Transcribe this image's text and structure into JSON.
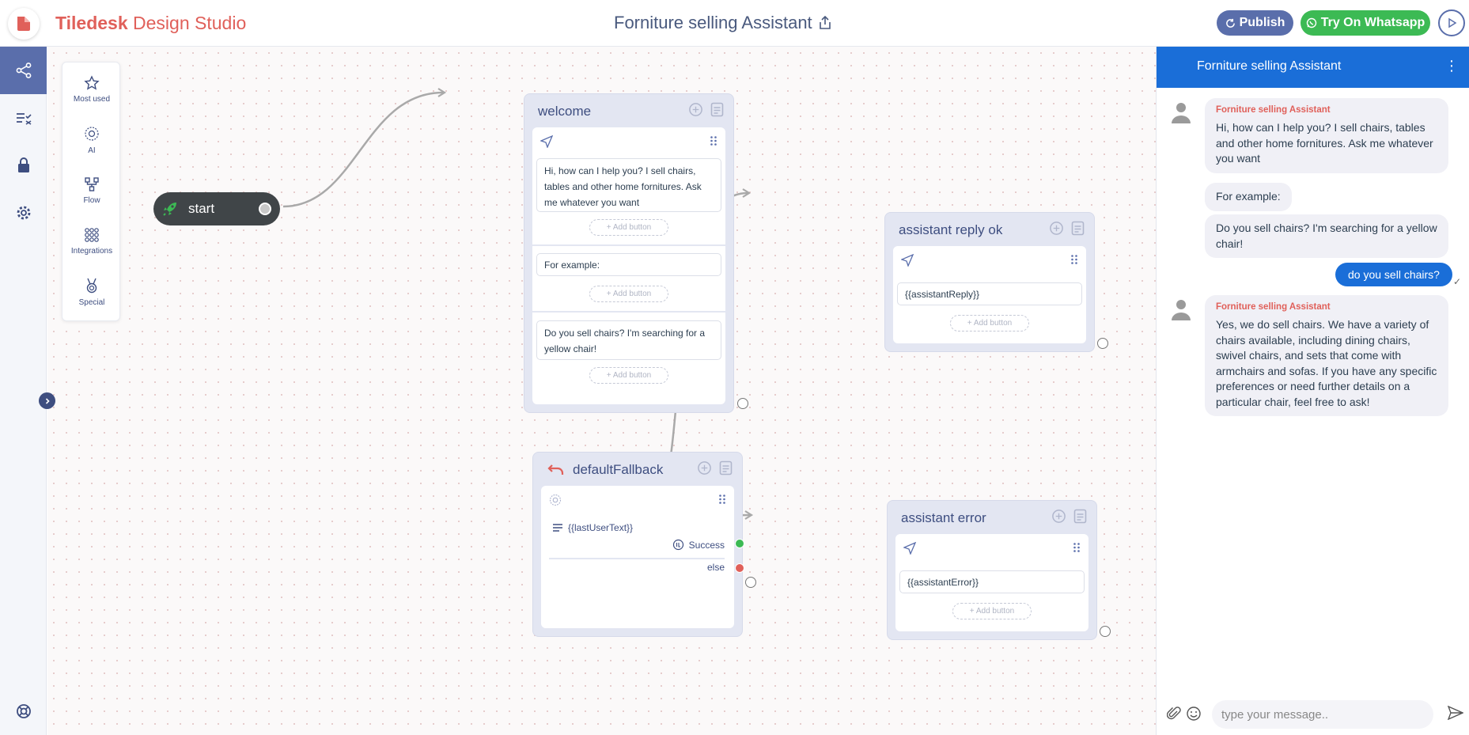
{
  "topbar": {
    "brand_bold": "Tiledesk",
    "brand_rest": " Design Studio",
    "title": "Forniture selling Assistant",
    "publish_label": "Publish",
    "whatsapp_label": "Try On Whatsapp"
  },
  "palette": {
    "items": [
      {
        "label": "Most used",
        "icon": "star-icon"
      },
      {
        "label": "AI",
        "icon": "ai-icon"
      },
      {
        "label": "Flow",
        "icon": "flow-icon"
      },
      {
        "label": "Integrations",
        "icon": "integrations-icon"
      },
      {
        "label": "Special",
        "icon": "special-icon"
      }
    ]
  },
  "start_node": {
    "label": "start"
  },
  "welcome": {
    "title": "welcome",
    "messages": [
      "Hi, how can I help you? I sell chairs, tables and other home fornitures. Ask me whatever you want",
      "For example:",
      "Do you sell chairs? I'm searching for a yellow chair!"
    ],
    "add_button": "+ Add button"
  },
  "fallback": {
    "title": "defaultFallback",
    "variable": "{{lastUserText}}",
    "success_label": "Success",
    "else_label": "else"
  },
  "reply_ok": {
    "title": "assistant reply ok",
    "message": "{{assistantReply}}",
    "add_button": "+ Add button"
  },
  "reply_error": {
    "title": "assistant error",
    "message": "{{assistantError}}",
    "add_button": "+ Add button"
  },
  "chat": {
    "title": "Forniture selling Assistant",
    "bot_name": "Forniture selling Assistant",
    "bot_msg_1": "Hi, how can I help you? I sell chairs, tables and other home fornitures. Ask me whatever you want",
    "bot_msg_2": "For example:",
    "bot_msg_3": "Do you sell chairs? I'm searching for a yellow chair!",
    "user_msg": "do you sell chairs?",
    "bot_msg_4": "Yes, we do sell chairs. We have a variety of chairs available, including dining chairs, swivel chairs, and sets that come with armchairs and sofas. If you have any specific preferences or need further details on a particular chair, feel free to ask!",
    "input_placeholder": "type your message.."
  },
  "colors": {
    "brand": "#e0605a",
    "primary": "#5a6eab",
    "chat_blue": "#1a6ed8",
    "whatsapp_green": "#3cba54",
    "success_port": "#3cba54",
    "else_port": "#e0605a"
  }
}
